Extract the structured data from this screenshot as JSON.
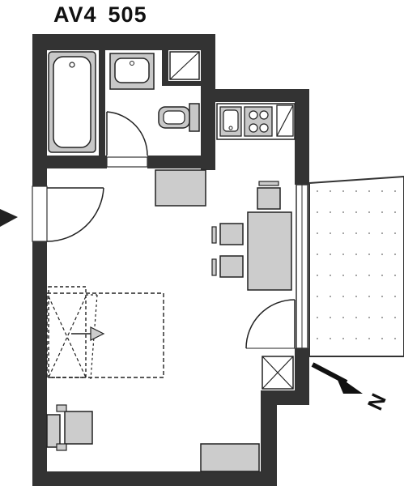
{
  "title": {
    "building": "AV4",
    "unit": "505"
  },
  "colors": {
    "wall": "#333333",
    "fixture_fill": "#c8c8c8",
    "furniture_fill": "#cccccc",
    "line": "#222222",
    "balcony_dots": "#666666"
  },
  "north_arrow": {
    "letter": "N"
  },
  "icons": [
    "entrance-arrow-icon",
    "north-arrow-icon",
    "bathtub-icon",
    "washbasin-icon",
    "toilet-icon",
    "kitchen-sink-icon",
    "stove-icon",
    "shaft-cross-icon"
  ]
}
